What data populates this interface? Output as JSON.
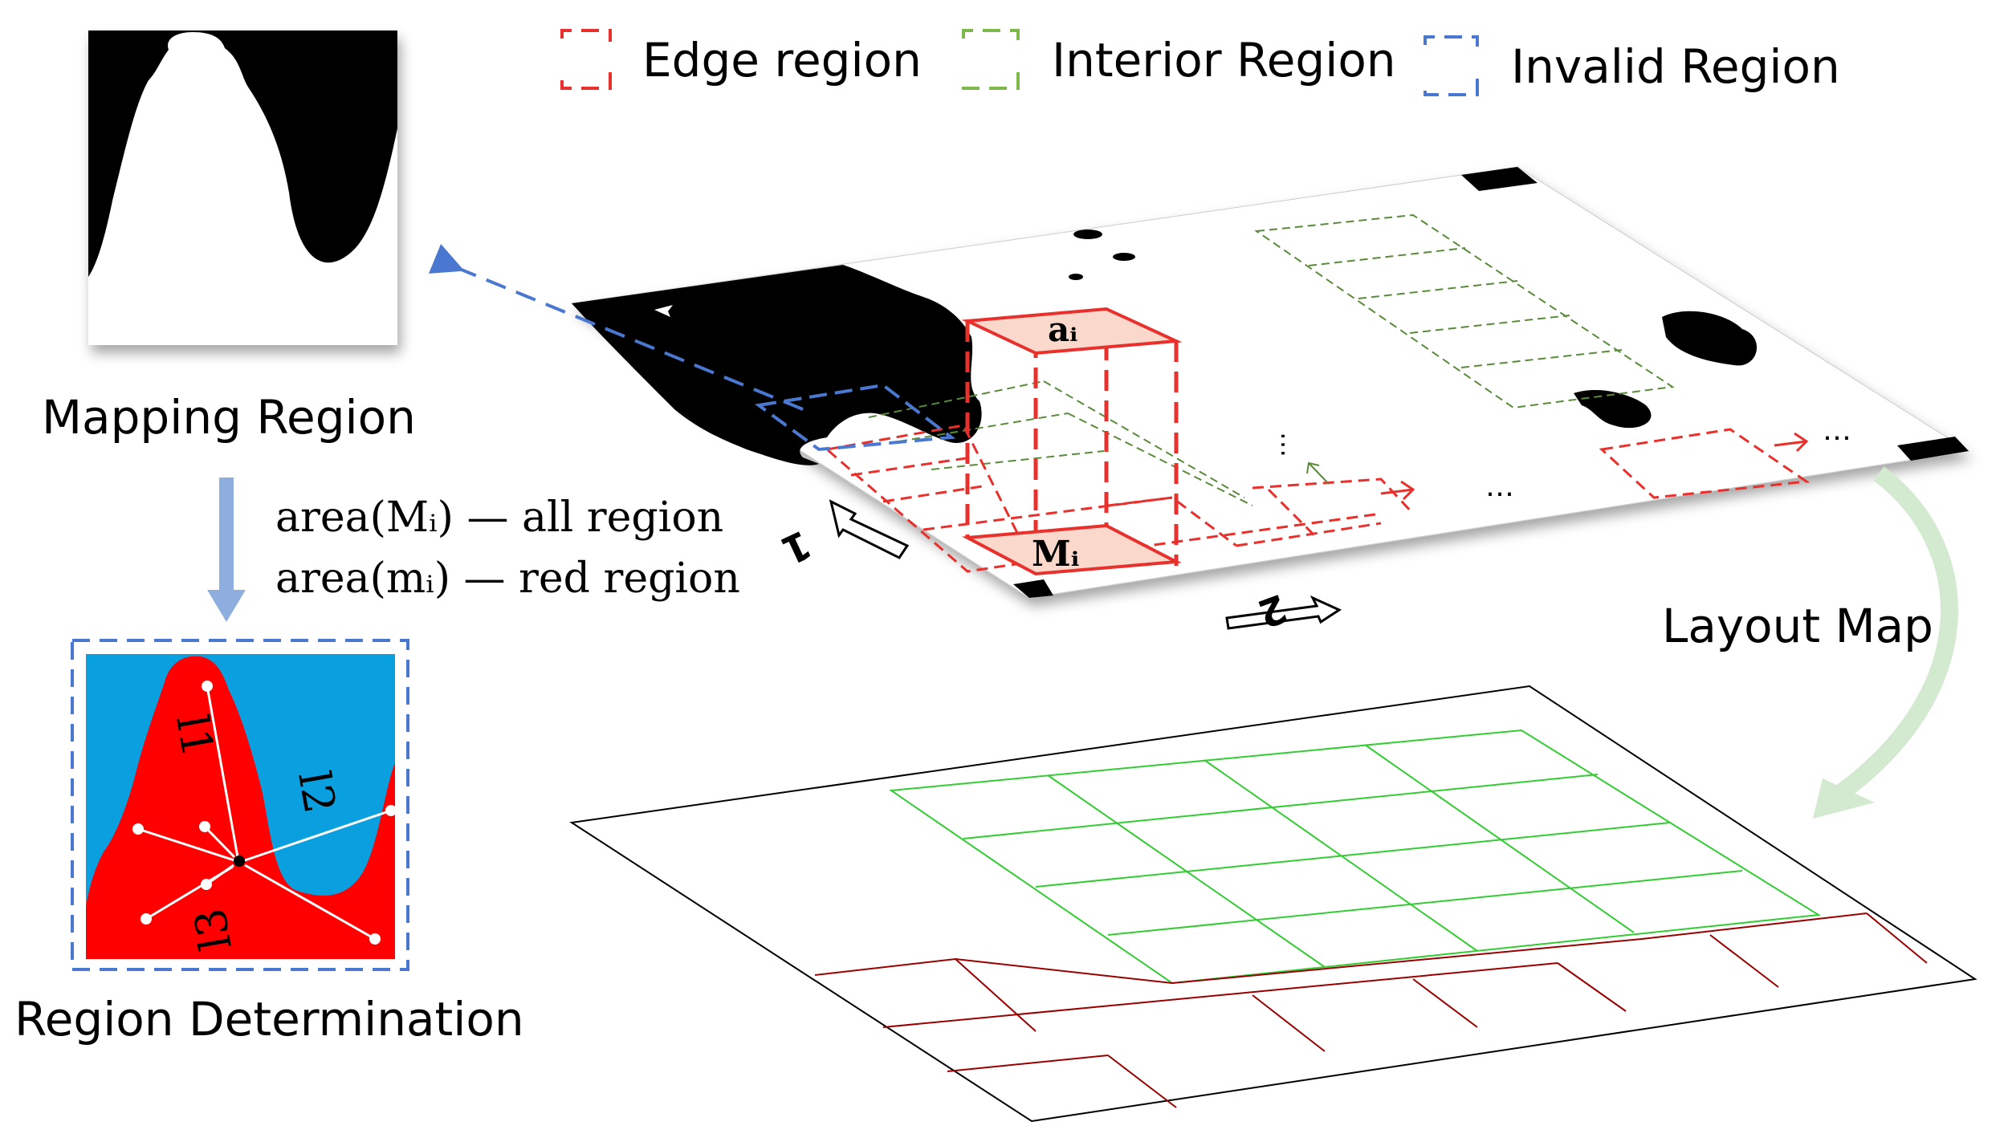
{
  "legend": [
    {
      "label": "Edge region",
      "color": "#e8302c"
    },
    {
      "label": "Interior Region",
      "color": "#7cb84a"
    },
    {
      "label": "Invalid Region",
      "color": "#4a78d0"
    }
  ],
  "mapping_panel": {
    "caption": "Mapping Region"
  },
  "determination_panel": {
    "caption": "Region Determination",
    "labels": [
      "l1",
      "l2",
      "l3"
    ],
    "foreground_color": "#ff0000",
    "background_color": "#0aa0e0"
  },
  "formulas": {
    "line1": "area(Mᵢ) — all region",
    "line2": "area(mᵢ) — red region"
  },
  "plane": {
    "arrow_1": "1",
    "arrow_2": "2",
    "cell_top": "aᵢ",
    "cell_bottom": "Mᵢ",
    "ellipsis": "…"
  },
  "layout_map_label": "Layout Map",
  "colors": {
    "edge": "#e8302c",
    "interior": "#5a8a3a",
    "invalid": "#4a78d0",
    "layout_green": "#33cc33",
    "layout_red": "#990000",
    "arrow_green": "#d4ead0",
    "arrow_blue": "#8faee0"
  }
}
